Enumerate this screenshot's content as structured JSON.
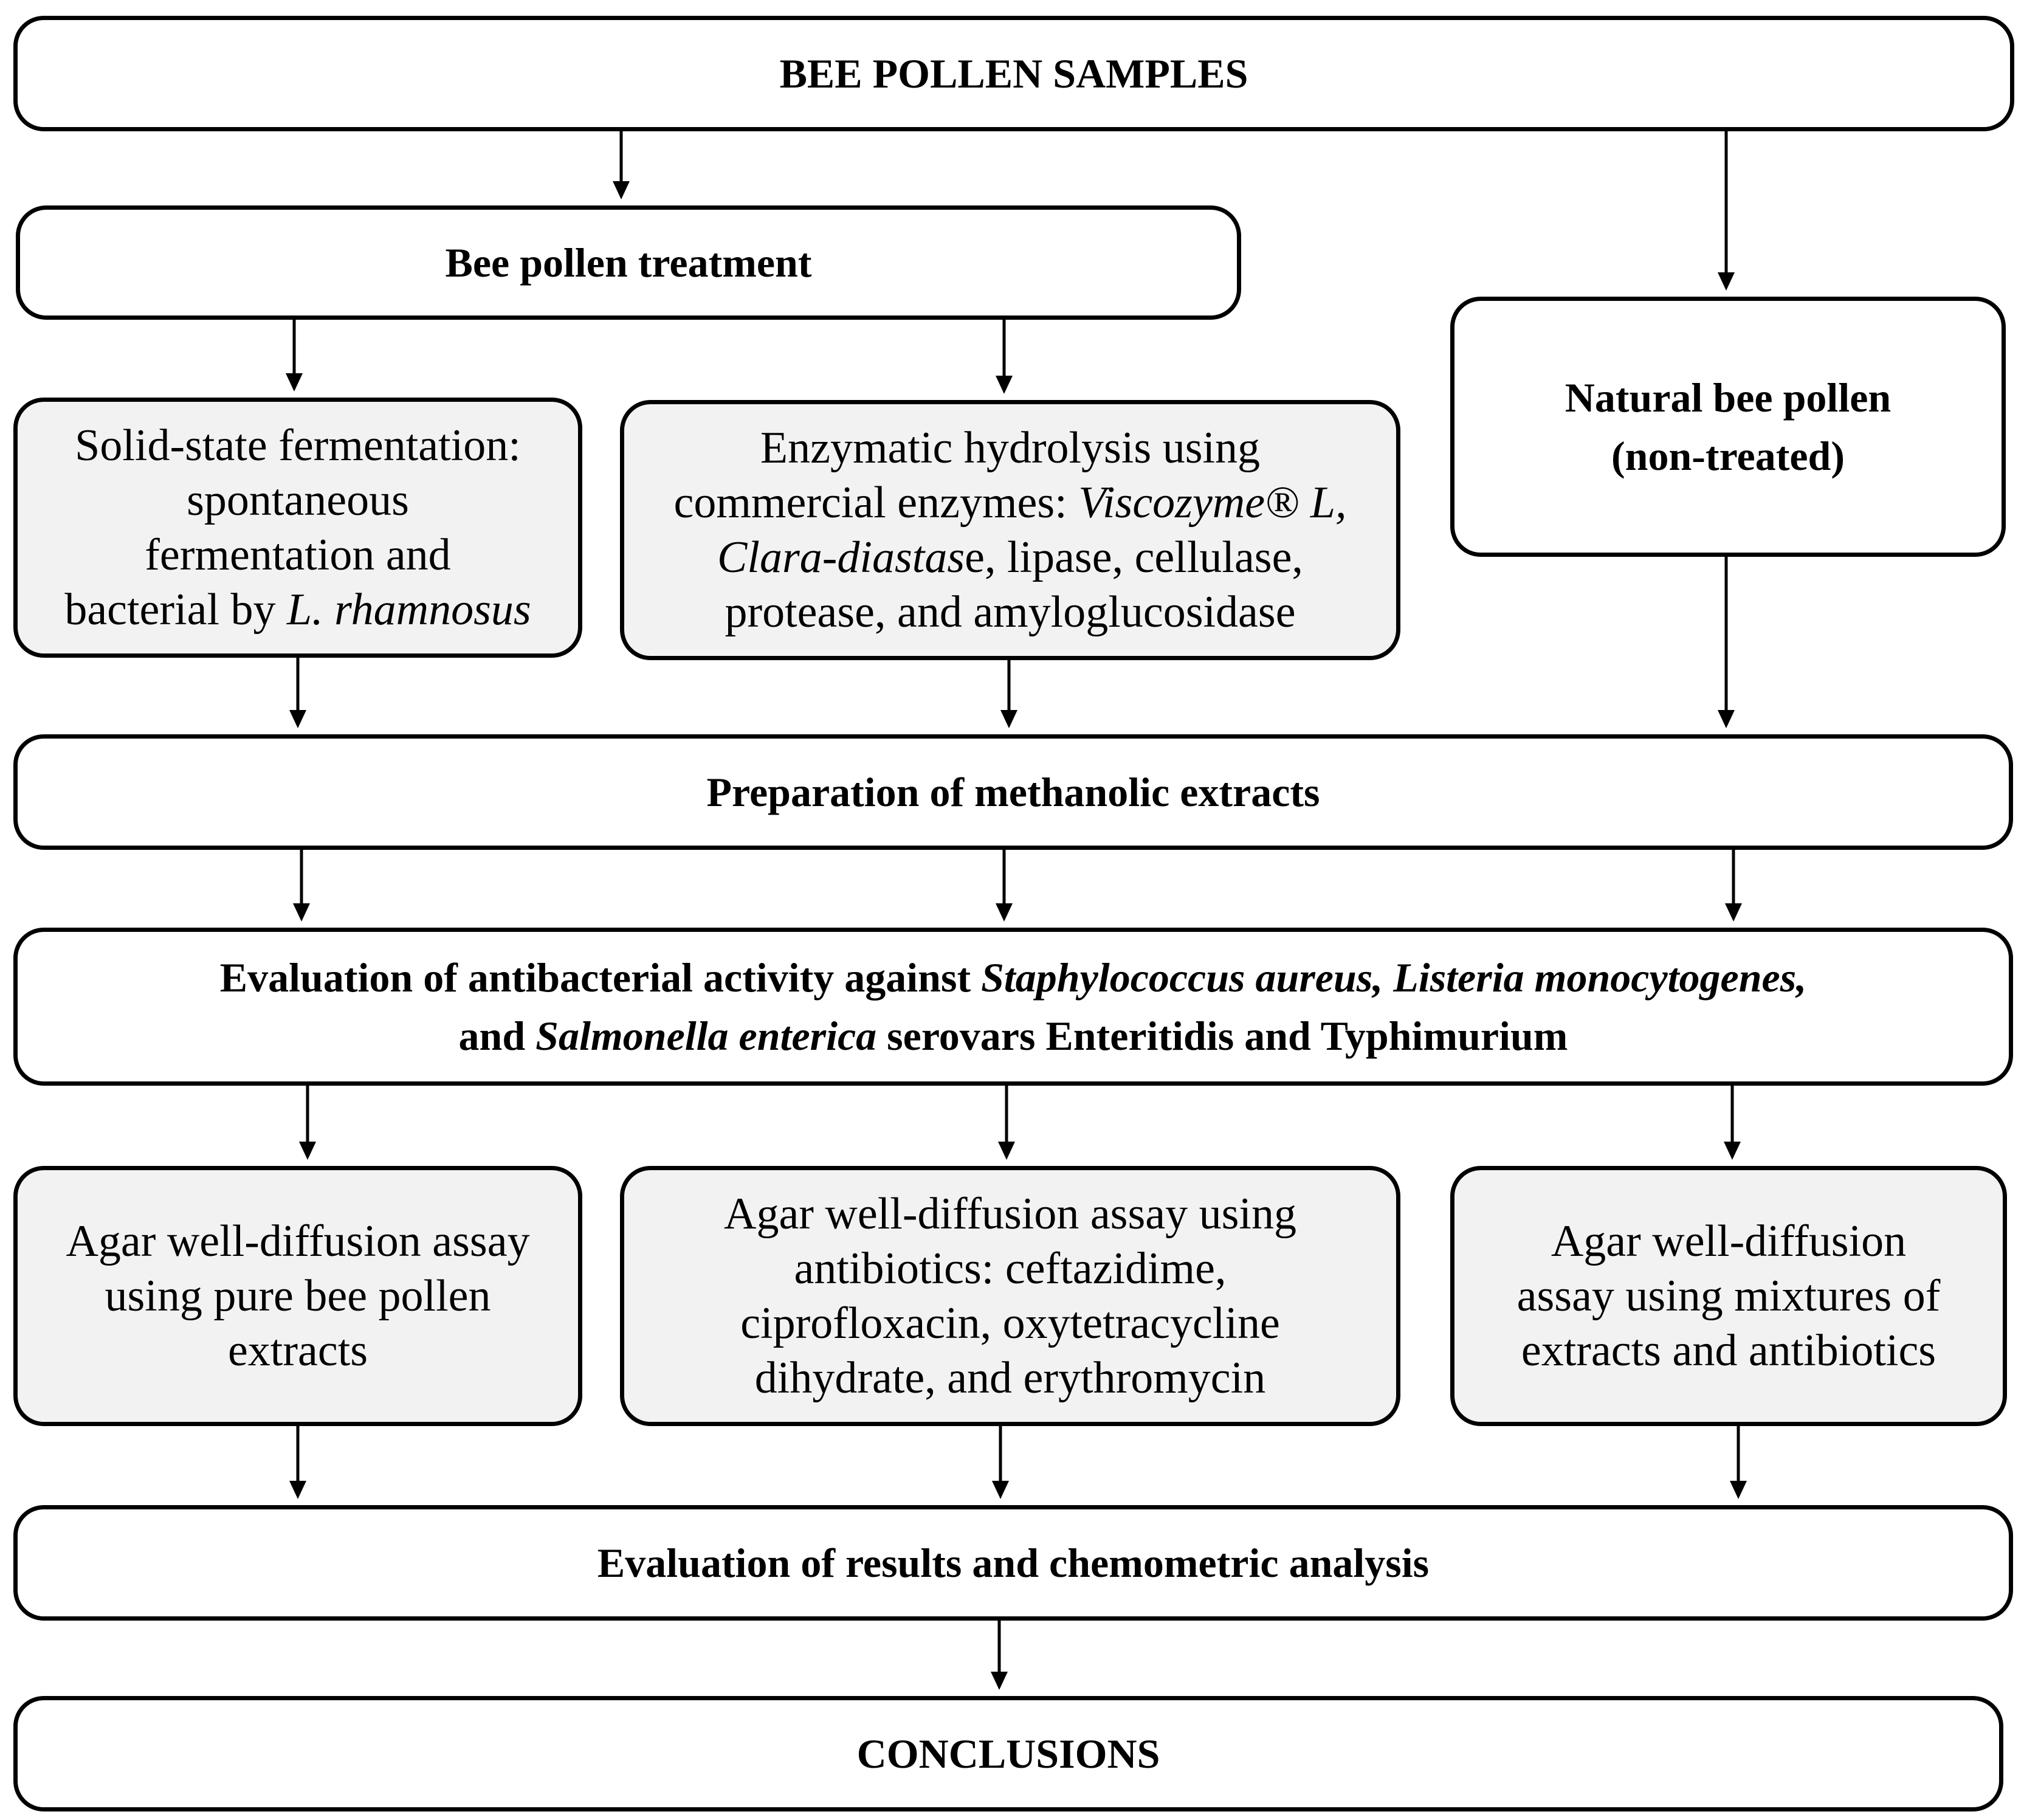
{
  "nodes": {
    "samples": {
      "text": "BEE POLLEN SAMPLES"
    },
    "treatment": {
      "text": "Bee pollen treatment"
    },
    "natural": {
      "line1": "Natural bee pollen",
      "line2": "(non-treated)"
    },
    "fermentation": {
      "line1": "Solid-state fermentation:",
      "line2": "spontaneous",
      "line3": "fermentation and",
      "line4_plain": "bacterial by ",
      "line4_italic": "L. rhamnosus"
    },
    "enzymatic": {
      "line1": "Enzymatic hydrolysis using",
      "line2_plain": "commercial enzymes: ",
      "line2_italic": "Viscozyme® L,",
      "line3_italic": "Clara-diastas",
      "line3_plain": "e, lipase, cellulase,",
      "line4": "protease, and amyloglucosidase"
    },
    "extracts": {
      "text": "Preparation of methanolic extracts"
    },
    "antibacterial": {
      "line1_plain": "Evaluation of antibacterial activity against ",
      "line1_italic": "Staphylococcus aureus, Listeria monocytogenes,",
      "line2_plain_a": "and ",
      "line2_italic": "Salmonella enterica",
      "line2_plain_b": " serovars Enteritidis and Typhimurium"
    },
    "assay_pure": {
      "line1": "Agar well-diffusion assay",
      "line2": "using pure bee pollen",
      "line3": "extracts"
    },
    "assay_antibiotics": {
      "line1": "Agar well-diffusion assay using",
      "line2": "antibiotics: ceftazidime,",
      "line3": "ciprofloxacin, oxytetracycline",
      "line4": "dihydrate, and erythromycin"
    },
    "assay_mixtures": {
      "line1": "Agar well-diffusion",
      "line2": "assay using mixtures of",
      "line3": "extracts and antibiotics"
    },
    "results": {
      "text": "Evaluation of results and chemometric analysis"
    },
    "conclusions": {
      "text": "CONCLUSIONS"
    }
  },
  "edges": [
    {
      "from": "samples",
      "to": "treatment"
    },
    {
      "from": "samples",
      "to": "natural"
    },
    {
      "from": "treatment",
      "to": "fermentation"
    },
    {
      "from": "treatment",
      "to": "enzymatic"
    },
    {
      "from": "fermentation",
      "to": "extracts"
    },
    {
      "from": "enzymatic",
      "to": "extracts"
    },
    {
      "from": "natural",
      "to": "extracts"
    },
    {
      "from": "extracts",
      "to": "antibacterial"
    },
    {
      "from": "antibacterial",
      "to": "assay_pure"
    },
    {
      "from": "antibacterial",
      "to": "assay_antibiotics"
    },
    {
      "from": "antibacterial",
      "to": "assay_mixtures"
    },
    {
      "from": "assay_pure",
      "to": "results"
    },
    {
      "from": "assay_antibiotics",
      "to": "results"
    },
    {
      "from": "assay_mixtures",
      "to": "results"
    },
    {
      "from": "results",
      "to": "conclusions"
    }
  ],
  "colors": {
    "process_fill": "#f2f2f2",
    "box_fill": "#ffffff",
    "stroke": "#000000"
  }
}
